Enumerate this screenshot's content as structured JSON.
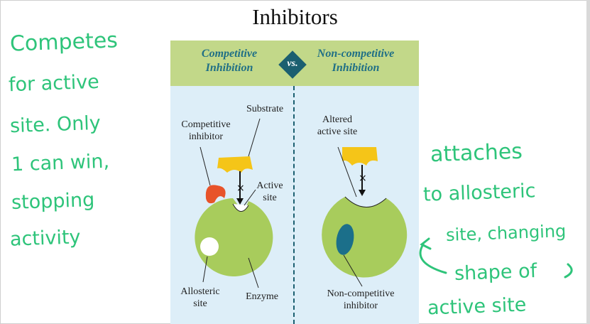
{
  "title": "Inhibitors",
  "diagram": {
    "left_header": "Competitive Inhibition",
    "left_header_lines": [
      "Competitive",
      "Inhibition"
    ],
    "vs": "vs.",
    "right_header_lines": [
      "Non-competitive",
      "Inhibition"
    ],
    "labels": {
      "substrate": "Substrate",
      "competitive_inhibitor": [
        "Competitive",
        "inhibitor"
      ],
      "active_site": [
        "Active",
        "site"
      ],
      "allosteric_site": [
        "Allosteric",
        "site"
      ],
      "enzyme": "Enzyme",
      "altered_active_site": [
        "Altered",
        "active site"
      ],
      "noncompetitive_inhibitor": [
        "Non-competitive",
        "inhibitor"
      ]
    }
  },
  "handwritten_left": [
    "Competes",
    "for active",
    "site. Only",
    "1 can win,",
    "stopping",
    "activity"
  ],
  "handwritten_right": [
    "attaches",
    "to allosteric",
    "site, changing",
    "shape of",
    "active site"
  ],
  "colors": {
    "handwriting": "#2ec47a",
    "header_bg": "#c2d889",
    "panel_bg": "#ddeef8",
    "enzyme": "#a8cc5c",
    "substrate": "#f5c518",
    "competitive_inhibitor": "#e8532a",
    "noncompetitive_inhibitor": "#1b6f8a"
  }
}
